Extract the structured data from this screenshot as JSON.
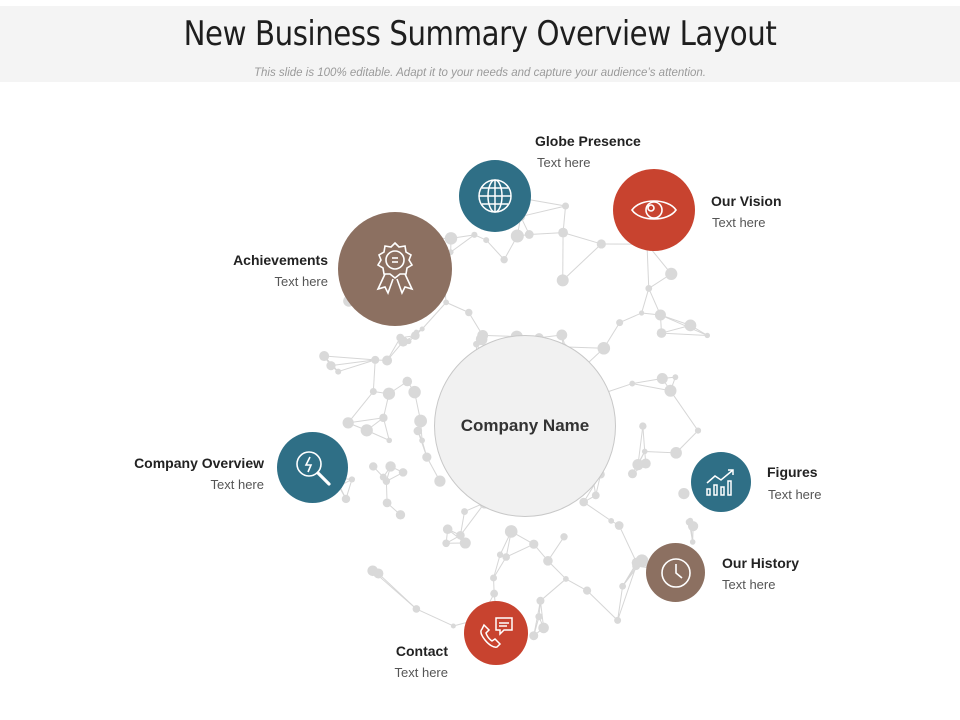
{
  "header": {
    "title": "New Business Summary Overview Layout",
    "subtitle": "This slide is 100% editable. Adapt it to your needs and capture your audience’s attention."
  },
  "center": {
    "label": "Company Name"
  },
  "colors": {
    "teal": "#2f6f86",
    "red": "#c8432f",
    "brown": "#8c7061",
    "network_line": "#d6d6d6",
    "network_dot": "#d9d9d9"
  },
  "items": {
    "globe": {
      "title": "Globe Presence",
      "text": "Text here",
      "icon": "globe-icon"
    },
    "vision": {
      "title": "Our Vision",
      "text": "Text here",
      "icon": "eye-icon"
    },
    "achievements": {
      "title": "Achievements",
      "text": "Text here",
      "icon": "award-ribbon-icon"
    },
    "overview": {
      "title": "Company Overview",
      "text": "Text here",
      "icon": "magnifier-bolt-icon"
    },
    "figures": {
      "title": "Figures",
      "text": "Text here",
      "icon": "bar-chart-icon"
    },
    "history": {
      "title": "Our History",
      "text": "Text here",
      "icon": "clock-icon"
    },
    "contact": {
      "title": "Contact",
      "text": "Text here",
      "icon": "phone-chat-icon"
    }
  }
}
